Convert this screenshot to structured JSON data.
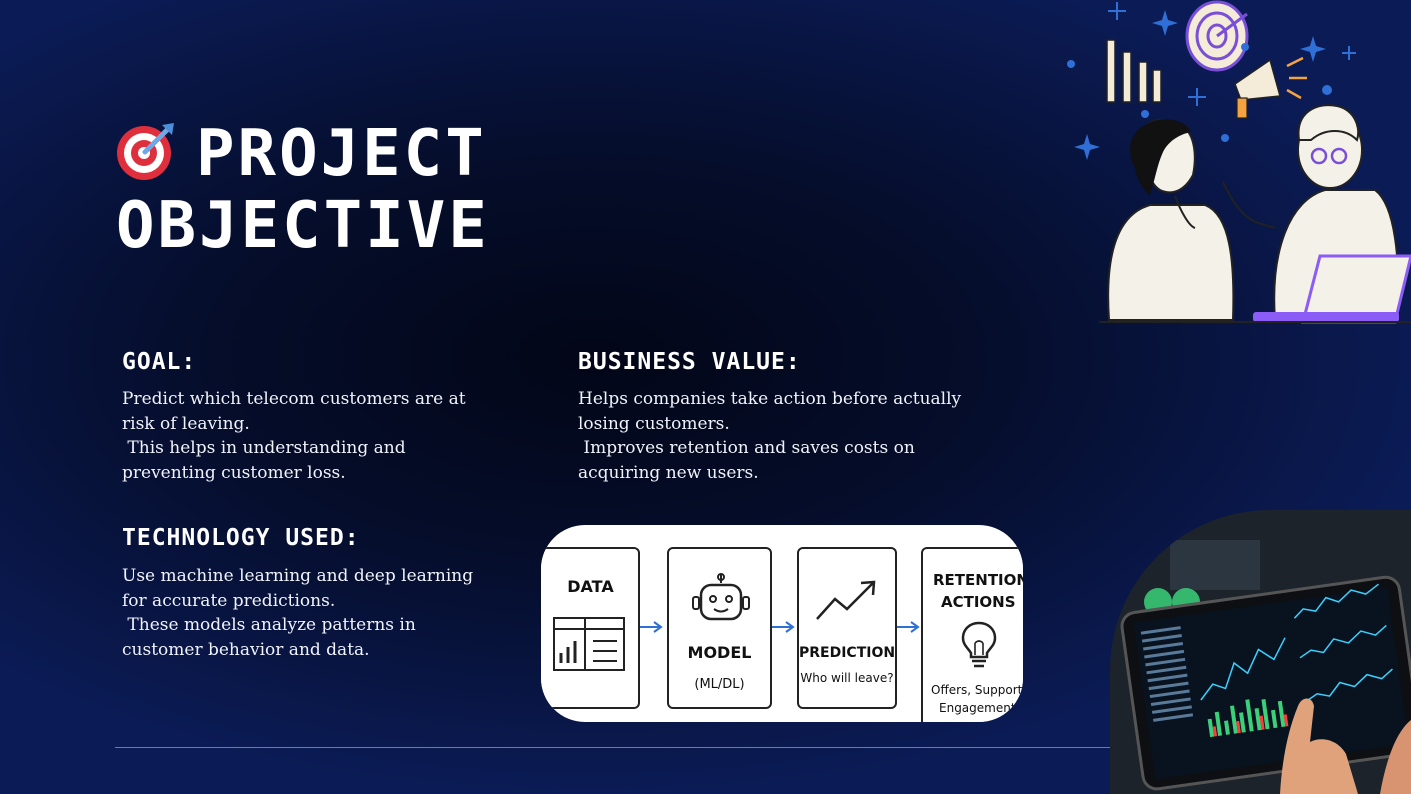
{
  "title": {
    "line1": "PROJECT",
    "line2": "OBJECTIVE"
  },
  "goal": {
    "heading": "GOAL:",
    "lines": [
      "Predict which telecom customers are at",
      "risk of leaving.",
      " This helps in understanding and",
      "preventing customer loss."
    ]
  },
  "business": {
    "heading": "BUSINESS VALUE:",
    "lines": [
      "Helps companies take action before actually",
      "losing customers.",
      " Improves retention and saves costs on",
      "acquiring new users."
    ]
  },
  "technology": {
    "heading": "TECHNOLOGY USED:",
    "lines": [
      "Use machine learning and deep learning",
      "for accurate predictions.",
      " These models analyze patterns in",
      "customer behavior and data."
    ]
  },
  "flow": {
    "data": "DATA",
    "model": "MODEL",
    "model_sub": "(ML/DL)",
    "prediction": "PREDICTION",
    "prediction_sub": "Who will leave?",
    "retention1": "RETENTION",
    "retention2": "ACTIONS",
    "retention_sub1": "Offers, Support",
    "retention_sub2": "Engagement"
  },
  "icons": {
    "title": "target-dart-icon",
    "data": "table-chart-icon",
    "model": "robot-icon",
    "prediction": "trend-up-icon",
    "retention": "lightbulb-icon"
  },
  "colors": {
    "background": "#0b1b55",
    "accent_blue": "#2f6fd6",
    "target_red": "#e02f3c"
  }
}
